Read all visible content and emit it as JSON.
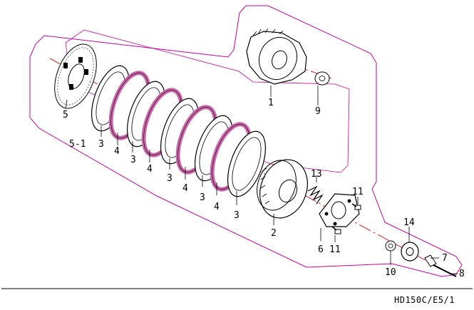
{
  "colors": {
    "outline": "#cc0099",
    "friction": "#cc66aa",
    "ink": "#000000"
  },
  "callouts": {
    "c1": "1",
    "c2": "2",
    "c3a": "3",
    "c3b": "3",
    "c3c": "3",
    "c3d": "3",
    "c3e": "3",
    "c4a": "4",
    "c4b": "4",
    "c4c": "4",
    "c4d": "4",
    "c5": "5",
    "c5_1": "5-1",
    "c6": "6",
    "c7": "7",
    "c8": "8",
    "c9": "9",
    "c10": "10",
    "c11a": "11",
    "c11b": "11",
    "c13": "13",
    "c14": "14"
  },
  "drawing_code": "HD150C/E5/1"
}
